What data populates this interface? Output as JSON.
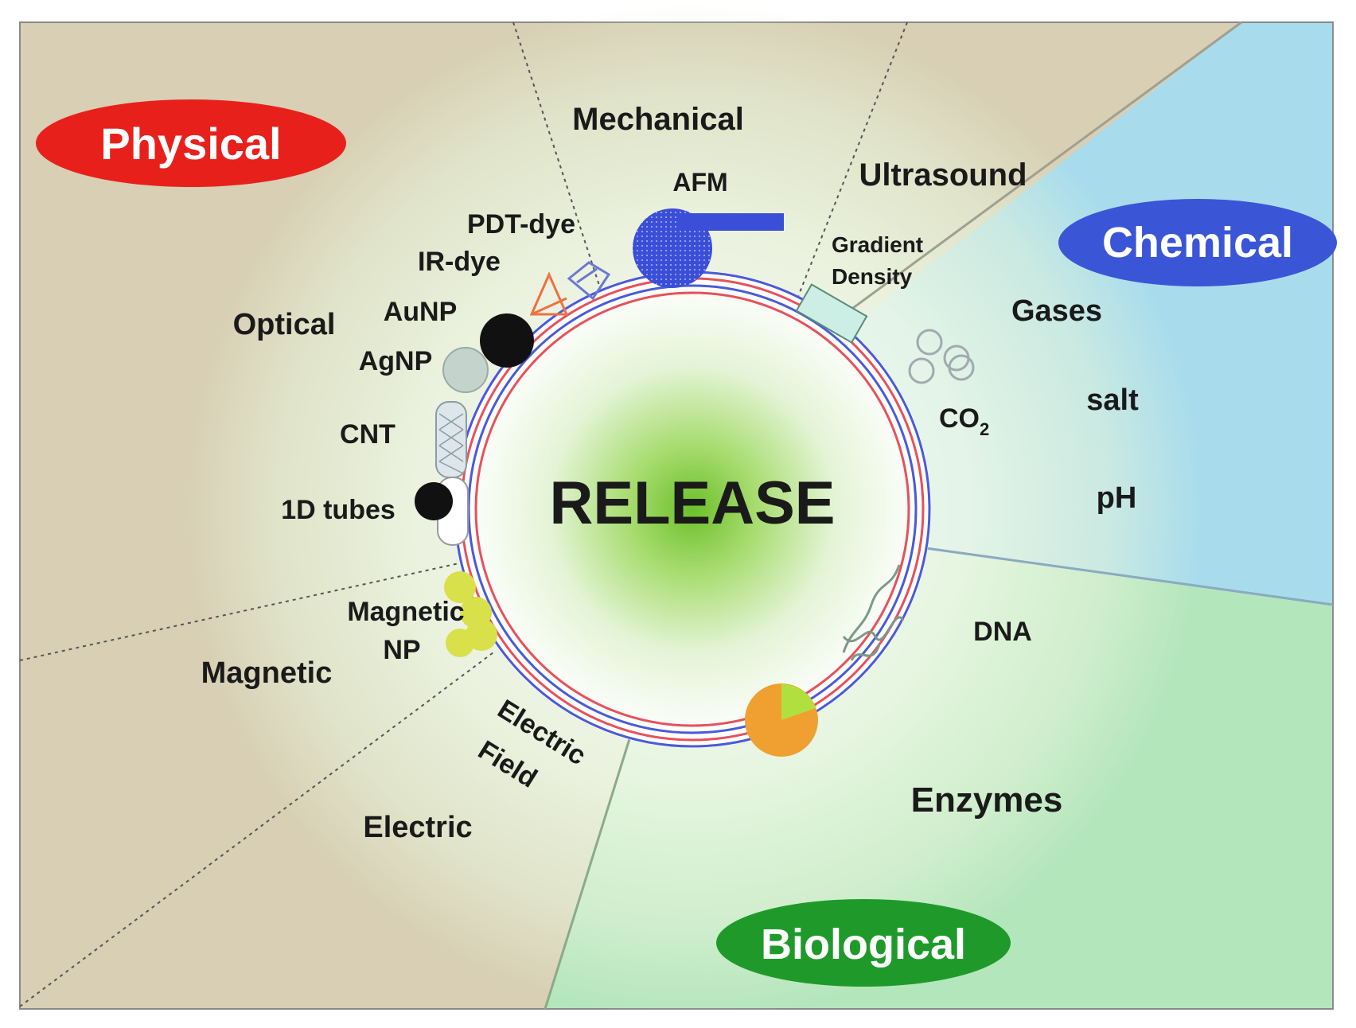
{
  "center": {
    "label": "RELEASE"
  },
  "categories": {
    "physical": {
      "label": "Physical",
      "color": "#e8201c"
    },
    "chemical": {
      "label": "Chemical",
      "color": "#3a56d6"
    },
    "biological": {
      "label": "Biological",
      "color": "#1f9a2a"
    }
  },
  "stimuli": {
    "mechanical": "Mechanical",
    "ultrasound": "Ultrasound",
    "optical": "Optical",
    "magnetic": "Magnetic",
    "electric": "Electric",
    "gases": "Gases",
    "salt": "salt",
    "ph": "pH",
    "enzymes": "Enzymes",
    "dna": "DNA"
  },
  "triggers": {
    "afm": "AFM",
    "gradient_density_1": "Gradient",
    "gradient_density_2": "Density",
    "pdt_dye": "PDT-dye",
    "ir_dye": "IR-dye",
    "aunp": "AuNP",
    "agnp": "AgNP",
    "cnt": "CNT",
    "tubes_1d": "1D tubes",
    "magnetic_np_1": "Magnetic",
    "magnetic_np_2": "NP",
    "electric_field_1": "Electric",
    "electric_field_2": "Field",
    "co2_base": "CO",
    "co2_sub": "2"
  },
  "colors": {
    "physical_bg": "#d8cfb4",
    "chemical_bg": "#a8dcec",
    "biological_bg": "#b4e6bc",
    "halo": "#e8f6dc",
    "center_glow": "#7cc63a",
    "membrane_red": "#e8505a",
    "membrane_blue": "#4a5ad8"
  }
}
